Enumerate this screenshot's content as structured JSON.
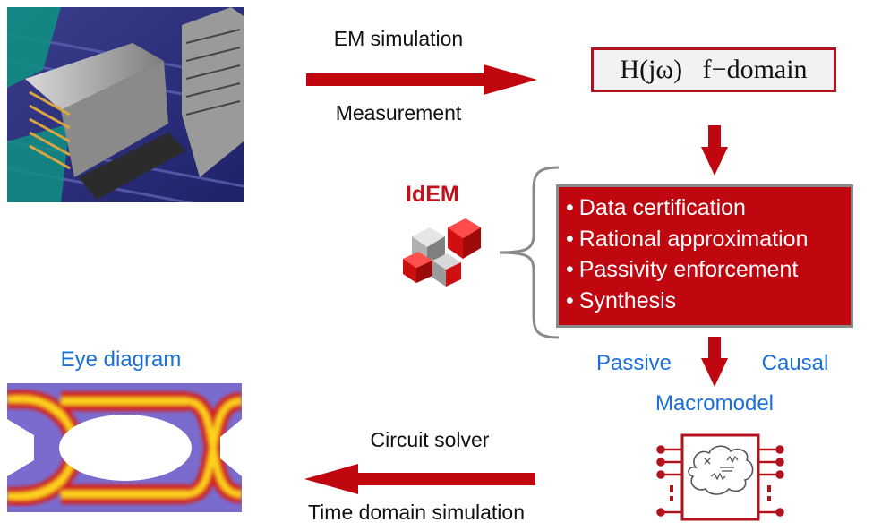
{
  "top": {
    "arrow_top_label": "EM simulation",
    "arrow_bottom_label": "Measurement"
  },
  "formula": {
    "lhs": "H(jω)",
    "domain": "f−domain"
  },
  "idem": {
    "name": "IdEM"
  },
  "steps": [
    "Data certification",
    "Rational approximation",
    "Passivity enforcement",
    "Synthesis"
  ],
  "macromodel": {
    "left_label": "Passive",
    "right_label": "Causal",
    "title": "Macromodel"
  },
  "bottom": {
    "arrow_top_label": "Circuit solver",
    "arrow_bottom_label": "Time domain simulation",
    "eye_title": "Eye diagram"
  },
  "colors": {
    "accent_red": "#c0060f",
    "label_blue": "#1a6fd8"
  },
  "icons": [
    "connector-photo",
    "idem-cube-logo",
    "circuit-block-icon",
    "eye-diagram-image",
    "right-arrow",
    "down-arrow",
    "left-arrow",
    "curly-brace"
  ]
}
